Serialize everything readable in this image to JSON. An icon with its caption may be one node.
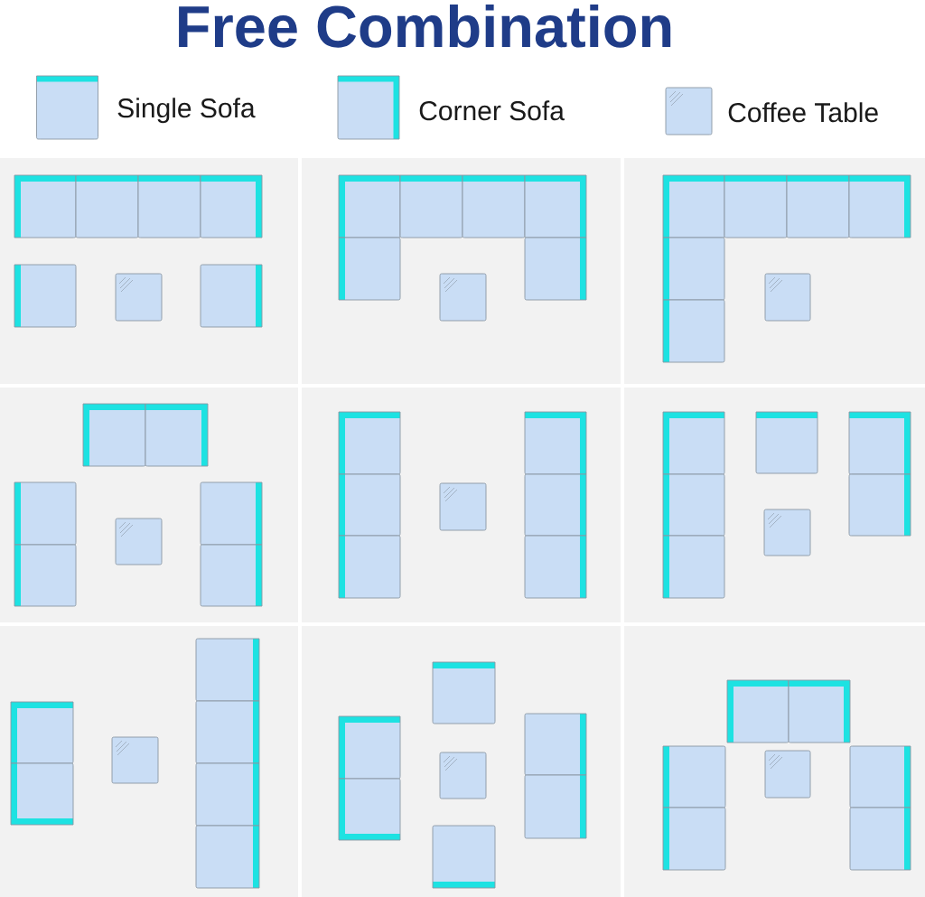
{
  "diagram": {
    "title": "Free Combination",
    "legend": [
      {
        "text": "Single Sofa"
      },
      {
        "text": "Corner Sofa"
      },
      {
        "text": "Coffee Table"
      }
    ]
  }
}
